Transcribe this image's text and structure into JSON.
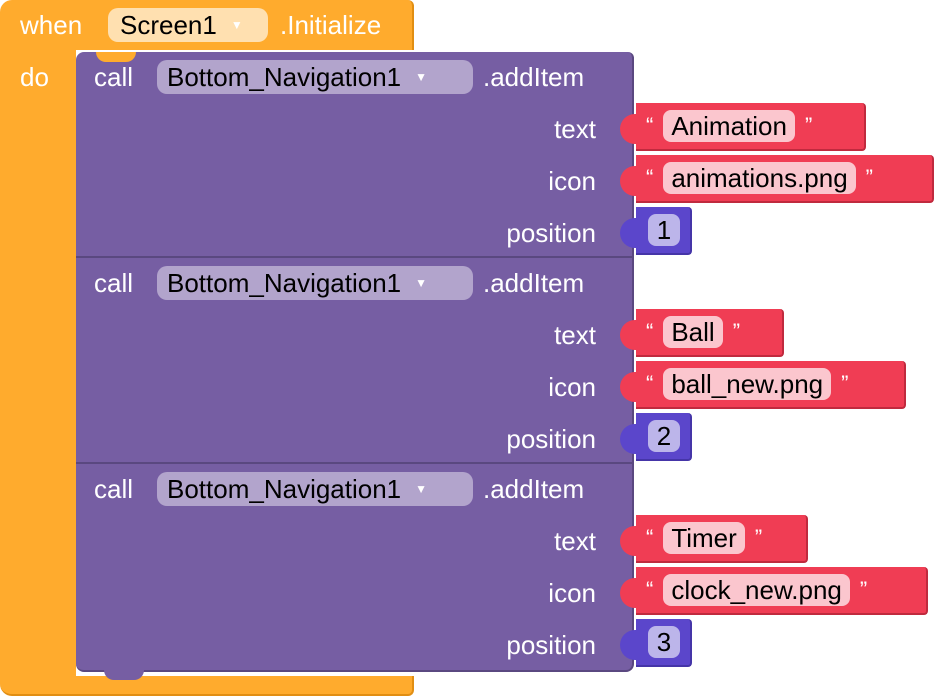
{
  "event": {
    "when_label": "when",
    "component": "Screen1",
    "event_name": ".Initialize",
    "do_label": "do"
  },
  "calls": [
    {
      "call_label": "call",
      "component": "Bottom_Navigation1",
      "method": ".addItem",
      "params": {
        "text_label": "text",
        "icon_label": "icon",
        "position_label": "position"
      },
      "text_value": "Animation",
      "icon_value": "animations.png",
      "position_value": "1"
    },
    {
      "call_label": "call",
      "component": "Bottom_Navigation1",
      "method": ".addItem",
      "params": {
        "text_label": "text",
        "icon_label": "icon",
        "position_label": "position"
      },
      "text_value": "Ball",
      "icon_value": "ball_new.png",
      "position_value": "2"
    },
    {
      "call_label": "call",
      "component": "Bottom_Navigation1",
      "method": ".addItem",
      "params": {
        "text_label": "text",
        "icon_label": "icon",
        "position_label": "position"
      },
      "text_value": "Timer",
      "icon_value": "clock_new.png",
      "position_value": "3"
    }
  ],
  "quote_open": "“",
  "quote_close": "”",
  "dropdown_icon": "▼",
  "colors": {
    "event": "#FFAB2D",
    "method": "#765EA3",
    "string": "#F03D54",
    "number": "#5B46CB"
  }
}
